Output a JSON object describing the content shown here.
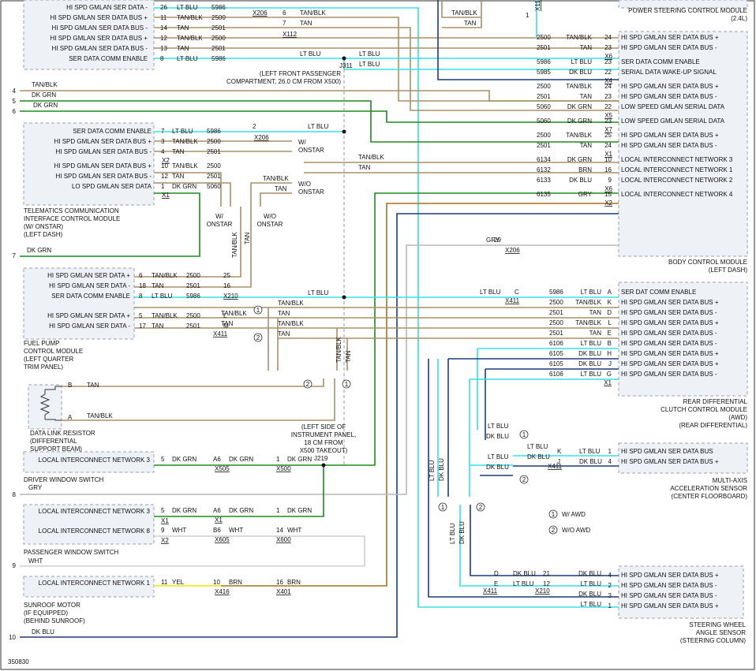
{
  "figure_id": "350830",
  "modules": {
    "power_steering": [
      "POWER STEERING CONTROL MODULE",
      "(2.4L)"
    ],
    "telematics": [
      "TELEMATICS COMMUNICATION",
      "INTERFACE CONTROL MODULE",
      "(W/ ONSTAR)",
      "(LEFT DASH)"
    ],
    "fuel_pump": [
      "FUEL PUMP",
      "CONTROL MODULE",
      "(LEFT QUARTER",
      "TRIM PANEL)"
    ],
    "data_link_resistor": [
      "DATA LINK RESISTOR",
      "(DIFFERENTIAL",
      "SUPPORT BEAM)"
    ],
    "driver_window": [
      "DRIVER WINDOW SWITCH"
    ],
    "passenger_window": [
      "PASSENGER WINDOW SWITCH"
    ],
    "sunroof": [
      "SUNROOF MOTOR",
      "(IF EQUIPPED)",
      "(BEHIND SUNROOF)"
    ],
    "body_control": [
      "BODY CONTROL MODULE",
      "(LEFT DASH)"
    ],
    "rear_diff": [
      "REAR DIFFERENTIAL",
      "CLUTCH CONTROL MODULE",
      "(AWD)",
      "(REAR DIFFERENTIAL)"
    ],
    "multi_axis": [
      "MULTI-AXIS",
      "ACCELERATION SENSOR",
      "(CENTER FLOORBOARD)"
    ],
    "steering_angle": [
      "STEERING WHEEL",
      "ANGLE SENSOR",
      "(STEERING COLUMN)"
    ]
  },
  "splices": {
    "j311": [
      "J311",
      "(LEFT FRONT PASSENGER",
      "COMPARTMENT, 26.0 CM FROM X500)"
    ],
    "j219": [
      "(LEFT SIDE OF",
      "INSTRUMENT PANEL,",
      "18 CM FROM",
      "X500 TAKEOUT)",
      "J219"
    ]
  },
  "options": {
    "w_onstar": [
      "W/",
      "ONSTAR"
    ],
    "wo_onstar": [
      "W/O",
      "ONSTAR"
    ],
    "legend_1": "W/ AWD",
    "legend_2": "W/O AWD"
  },
  "left_numbers": [
    "4",
    "5",
    "6",
    "7",
    "8",
    "9",
    "10"
  ],
  "left_wires": [
    {
      "num": "4",
      "label": "TAN/BLK"
    },
    {
      "num": "5",
      "label": "DK GRN"
    },
    {
      "num": "7",
      "label": "DK GRN"
    },
    {
      "num": "8",
      "label": "GRY"
    },
    {
      "num": "9",
      "label": "WHT"
    },
    {
      "num": "10",
      "label": "DK BLU"
    }
  ],
  "top_left_pins": [
    {
      "pin": "26",
      "color": "LT BLU",
      "circuit": "5986",
      "label": "HI SPD GMLAN SER DATA -"
    },
    {
      "pin": "11",
      "color": "TAN/BLK",
      "circuit": "2500",
      "label": "HI SPD GMLAN SER DATA BUS +"
    },
    {
      "pin": "14",
      "color": "TAN",
      "circuit": "2501",
      "label": "HI SPD GMLAN SER DATA BUS -"
    },
    {
      "pin": "12",
      "color": "TAN/BLK",
      "circuit": "2500",
      "label": "HI SPD GMLAN SER DATA BUS +"
    },
    {
      "pin": "13",
      "color": "TAN",
      "circuit": "2501",
      "label": "HI SPD GMLAN SER DATA BUS -"
    },
    {
      "pin": "8",
      "color": "LT BLU",
      "circuit": "5986",
      "label": "SER DATA COMM ENABLE"
    }
  ],
  "top_mid": {
    "x206_6": "6",
    "x206_7": "7",
    "x206": "X206",
    "x112": "X112",
    "tanblk": "TAN/BLK",
    "tan": "TAN",
    "ltblu": "LT BLU",
    "ltblu2": "LT BLU",
    "pin1": "1"
  },
  "bcm_pins": [
    {
      "pin": "24",
      "color": "TAN/BLK",
      "circuit": "2500",
      "label": "HI SPD GMLAN SER DATA BUS +"
    },
    {
      "pin": "23",
      "color": "TAN",
      "circuit": "2501",
      "label": "HI SPD GMLAN SER DATA BUS -"
    },
    {
      "conn": "X6"
    },
    {
      "pin": "23",
      "color": "LT BLU",
      "circuit": "5986",
      "label": "SER DATA COMM ENABLE"
    },
    {
      "pin": "22",
      "color": "DK BLU",
      "circuit": "5985",
      "label": "SERIAL DATA WAKE-UP SIGNAL"
    },
    {
      "conn": "X4"
    },
    {
      "pin": "24",
      "color": "TAN/BLK",
      "circuit": "2500",
      "label": "HI SPD GMLAN SER DATA BUS +"
    },
    {
      "pin": "23",
      "color": "TAN",
      "circuit": "2501",
      "label": "HI SPD GMLAN SER DATA BUS -"
    },
    {
      "pin": "22",
      "color": "DK GRN",
      "circuit": "5060",
      "label": "LOW SPEED GMLAN SERIAL DATA"
    },
    {
      "conn": "X5"
    },
    {
      "pin": "23",
      "color": "DK GRN",
      "circuit": "5060",
      "label": "LOW SPEED GMLAN SERIAL DATA"
    },
    {
      "conn": "X7"
    },
    {
      "pin": "25",
      "color": "TAN/BLK",
      "circuit": "2500",
      "label": "HI SPD GMLAN SER DATA BUS +"
    },
    {
      "pin": "24",
      "color": "TAN",
      "circuit": "2501",
      "label": "HI SPD GMLAN SER DATA BUS -"
    },
    {
      "conn": "X1"
    },
    {
      "pin": "10",
      "color": "DK GRN",
      "circuit": "6134",
      "label": "LOCAL INTERCONNECT NETWORK 3"
    },
    {
      "pin": "16",
      "color": "BRN",
      "circuit": "6132",
      "label": "LOCAL INTERCONNECT NETWORK 1"
    },
    {
      "pin": "9",
      "color": "DK BLU",
      "circuit": "6133",
      "label": "LOCAL INTERCONNECT NETWORK 2"
    },
    {
      "conn": "X6"
    },
    {
      "pin": "15",
      "color": "GRY",
      "circuit": "6135",
      "label": "LOCAL INTERCONNECT NETWORK 4"
    },
    {
      "conn": "X2"
    }
  ],
  "bcm_gry_x206": {
    "pin": "29",
    "conn": "X206"
  },
  "telematics_pins": [
    {
      "pin": "7",
      "color": "LT BLU",
      "circuit": "5986",
      "label": "SER DATA COMM ENABLE"
    },
    {
      "pin": "3",
      "color": "TAN/BLK",
      "circuit": "2500",
      "label": "HI SPD GMLAN SER DATA BUS +"
    },
    {
      "pin": "4",
      "color": "TAN",
      "circuit": "2501",
      "label": "HI SPD GMLAN SER DATA BUS -"
    },
    {
      "conn": "X2"
    },
    {
      "pin": "10",
      "color": "TAN/BLK",
      "circuit": "2500",
      "label": "HI SPD GMLAN SER DATA BUS +"
    },
    {
      "pin": "12",
      "color": "TAN",
      "circuit": "2501",
      "label": "HI SPD GMLAN SER DATA BUS -"
    },
    {
      "pin": "1",
      "color": "DK GRN",
      "circuit": "5060",
      "label": "LO SPD GMLAN SER DATA"
    },
    {
      "conn": "X1"
    }
  ],
  "tele_x206": {
    "pin": "2",
    "conn": "X206",
    "color": "LT BLU"
  },
  "tele_mid": {
    "tanblk": "TAN/BLK",
    "tan": "TAN",
    "tanblk2": "TAN/BLK",
    "tan2": "TAN",
    "dkgrn": "DK GRN"
  },
  "fuel_pins": [
    {
      "pin": "6",
      "color": "TAN/BLK",
      "circuit": "2500",
      "label": "HI SPD GMLAN SER DATA +",
      "xpin": "25"
    },
    {
      "pin": "18",
      "color": "TAN",
      "circuit": "2501",
      "label": "HI SPD GMLAN SER DATA -",
      "xpin": "16"
    },
    {
      "pin": "8",
      "color": "LT BLU",
      "circuit": "5986",
      "label": "SER DATA COMM ENABLE",
      "xpin": "X210"
    },
    {
      "pin": "5",
      "color": "TAN/BLK",
      "circuit": "2500",
      "label": "HI SPD GMLAN SER DATA +",
      "xpin": "L"
    },
    {
      "pin": "17",
      "color": "TAN",
      "circuit": "2501",
      "label": "HI SPD GMLAN SER DATA -",
      "xpin": "M"
    }
  ],
  "fuel_extra": {
    "x411": "X411",
    "ltblu": "LT BLU",
    "tanblk": "TAN/BLK",
    "tan": "TAN",
    "tanblk2": "TAN/BLK",
    "tan2": "TAN",
    "tanblk_v": "TAN/BLK",
    "tan_v": "TAN",
    "tanblk_v2": "TAN/BLK",
    "tan_v2": "TAN"
  },
  "resistor_pins": [
    {
      "pin": "B",
      "color": "TAN"
    },
    {
      "pin": "A",
      "color": "TAN/BLK"
    }
  ],
  "window_rows": [
    {
      "label": "LOCAL INTERCONNECT NETWORK 3",
      "pin": "5",
      "color": "DK GRN",
      "x1": "A6",
      "x1c": "X505",
      "x2": "1",
      "x2c": "X500",
      "c2": "DK GRN",
      "c3": "DK GRN"
    },
    {
      "label": "LOCAL INTERCONNECT NETWORK 3",
      "pin": "5",
      "color": "DK GRN",
      "x1": "A6",
      "x1c": "X1",
      "x2": "1",
      "x2c": "",
      "c2": "DK GRN",
      "c3": "DK GRN"
    },
    {
      "label": "LOCAL INTERCONNECT NETWORK 8",
      "pin": "9",
      "color": "WHT",
      "x1": "B6",
      "x1c": "X605",
      "x2": "14",
      "x2c": "X600",
      "c2": "WHT",
      "c3": "WHT",
      "conn": "X2"
    },
    {
      "label": "LOCAL INTERCONNECT NETWORK 1",
      "pin": "11",
      "color": "YEL",
      "x1": "10",
      "x1c": "X416",
      "x2": "16",
      "x2c": "X401",
      "c2": "BRN",
      "c3": "BRN"
    }
  ],
  "rear_pins": [
    {
      "pin": "A",
      "color": "LT BLU",
      "circuit": "5986",
      "label": "SER DAT COMM ENABLE",
      "xc": "C"
    },
    {
      "pin": "K",
      "color": "TAN/BLK",
      "circuit": "2500",
      "label": "HI SPD GMLAN SER DATA BUS +"
    },
    {
      "pin": "D",
      "color": "TAN",
      "circuit": "2501",
      "label": "HI SPD GMLAN SER DATA BUS -"
    },
    {
      "pin": "L",
      "color": "TAN/BLK",
      "circuit": "2500",
      "label": "HI SPD GMLAN SER DATA BUS +"
    },
    {
      "pin": "E",
      "color": "TAN",
      "circuit": "2501",
      "label": "HI SPD GMLAN SER DATA BUS -"
    },
    {
      "pin": "B",
      "color": "LT BLU",
      "circuit": "6106",
      "label": "HI SPD GMLAN SER DATA BUS -"
    },
    {
      "pin": "H",
      "color": "DK BLU",
      "circuit": "6105",
      "label": "HI SPD GMLAN SER DATA BUS +"
    },
    {
      "pin": "J",
      "color": "DK BLU",
      "circuit": "6105",
      "label": "HI SPD GMLAN SER DATA BUS +"
    },
    {
      "pin": "G",
      "color": "LT BLU",
      "circuit": "6106",
      "label": "HI SPD GMLAN SER DATA BUS -"
    },
    {
      "conn": "X1"
    }
  ],
  "rear_x411": "X411",
  "multi_pins": [
    {
      "pin": "1",
      "color": "LT BLU",
      "xp": "K",
      "label": "HI SPD GMLAN SER DATA BUS"
    },
    {
      "pin": "4",
      "color": "DK BLU",
      "xp": "J",
      "label": "HI SPD GMLAN SER DATA BUS +"
    }
  ],
  "multi_extra": {
    "x411": "X411",
    "ltblu": "LT BLU",
    "dkblu": "DK BLU",
    "ltblu2": "LT BLU",
    "dkblu2": "DK BLU",
    "ltblu3": "LT BLU",
    "dkblu3": "DK BLU"
  },
  "steer_pins": [
    {
      "pin": "4",
      "color": "DK BLU",
      "xp1": "D",
      "c1": "DK BLU",
      "xp2": "21",
      "label": "HI SPD GMLAN SER DATA BUS +"
    },
    {
      "pin": "2",
      "color": "LT BLU",
      "xp1": "E",
      "c1": "LT BLU",
      "xp2": "12",
      "label": "HI SPD GMLAN SER DATA BUS -"
    },
    {
      "pin": "3",
      "color": "DK BLU",
      "label": "HI SPD GMLAN SER DATA BUS -"
    },
    {
      "pin": "1",
      "color": "LT BLU",
      "label": "HI SPD GMLAN SER DATA BUS +"
    }
  ],
  "steer_extra": {
    "x411": "X411",
    "x210": "X210",
    "ltblu_v": "LT BLU",
    "dkblu_v": "DK BLU",
    "ltblu_v2": "LT BLU",
    "dkblu_v2": "DK BLU"
  },
  "circles": [
    "1",
    "2"
  ]
}
